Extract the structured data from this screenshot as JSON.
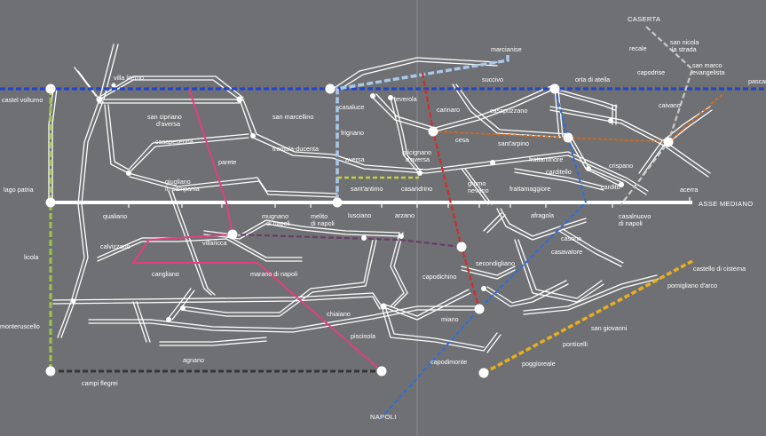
{
  "colors": {
    "background": "#6f7073",
    "roads": "#ffffff",
    "line_blue_dark": "#2346c4",
    "line_blue_light": "#a9c8ea",
    "line_blue_mid": "#2a6ee0",
    "line_green": "#9cc04a",
    "line_black": "#333333",
    "line_pink": "#e0407f",
    "line_purple": "#6b3b6b",
    "line_red": "#d42a2a",
    "line_orange": "#d46a1e",
    "line_yellow": "#e8b020",
    "line_silver": "#c9c9c9",
    "line_yellowgreen": "#c8d040"
  },
  "labels": {
    "caserta": "CASERTA",
    "napoli": "NAPOLI",
    "asse_mediano": "ASSE MEDIANO",
    "villa_literno": "villa literno",
    "castel_volturno": "castel volturno",
    "lago_patria": "lago patria",
    "licola": "licola",
    "monteruscello": "monteruscello",
    "campi_flegrei": "campi flegrei",
    "agnano": "agnano",
    "san_cipriano": "san cipriano\nd'aversa",
    "casapesenna": "casapesenna",
    "parete": "parete",
    "giugliano": "giugliano\nin campania",
    "qualiano": "qualiano",
    "calvizzano": "calvizzano",
    "villaricca": "villaricca",
    "cangliano": "cangliano",
    "marano": "marano di napoli",
    "chiaiano": "chiaiano",
    "piscinola": "piscinola",
    "mugnano": "mugnano\ndi napoli",
    "melito": "melito\ndi napoli",
    "lusciano": "lusciano",
    "arzano": "arzano",
    "casaluce": "casaluce",
    "san_marcellino": "san marcellino",
    "frignano": "frignano",
    "trentola": "trentola-ducenta",
    "aversa": "aversa",
    "santantimo": "sant'antimo",
    "casandrino": "casandrino",
    "teverola": "teverola",
    "carinaro": "carinaro",
    "gricignano": "gricignano\nd'aversa",
    "cesa": "cesa",
    "marcianise": "marcianise",
    "succivo": "succivo",
    "santarpino": "sant'arpino",
    "grumo_nevano": "grumo\nnevano",
    "frattaminore": "frattaminore",
    "frattamaggiore": "frattamaggiore",
    "casapuzzano": "casapuzzano",
    "orta_di_atella": "orta di atella",
    "cardito_top": "carditello",
    "crispano": "crispano",
    "cardito": "cardito",
    "caivano": "caivano",
    "afragola": "afragola",
    "casalnuovo": "casalnuovo\ndi napoli",
    "acerra": "acerra",
    "casoria": "casoria",
    "casavatore": "casavatore",
    "secondigliano": "secondigliano",
    "capodichino": "capodichino",
    "miano": "miano",
    "capodimonte": "capodimonte",
    "poggioreale": "poggioreale",
    "ponticelli": "ponticelli",
    "san_giovanni": "san giovanni",
    "pomigliano": "pomigliano d'arco",
    "castello_cisterna": "castello di cisterna",
    "recale": "recale",
    "san_nicola": "san nicola\nla strada",
    "capodrise": "capodrise",
    "san_marco": "san marco\nevangelista",
    "pascarola": "pascarola"
  }
}
